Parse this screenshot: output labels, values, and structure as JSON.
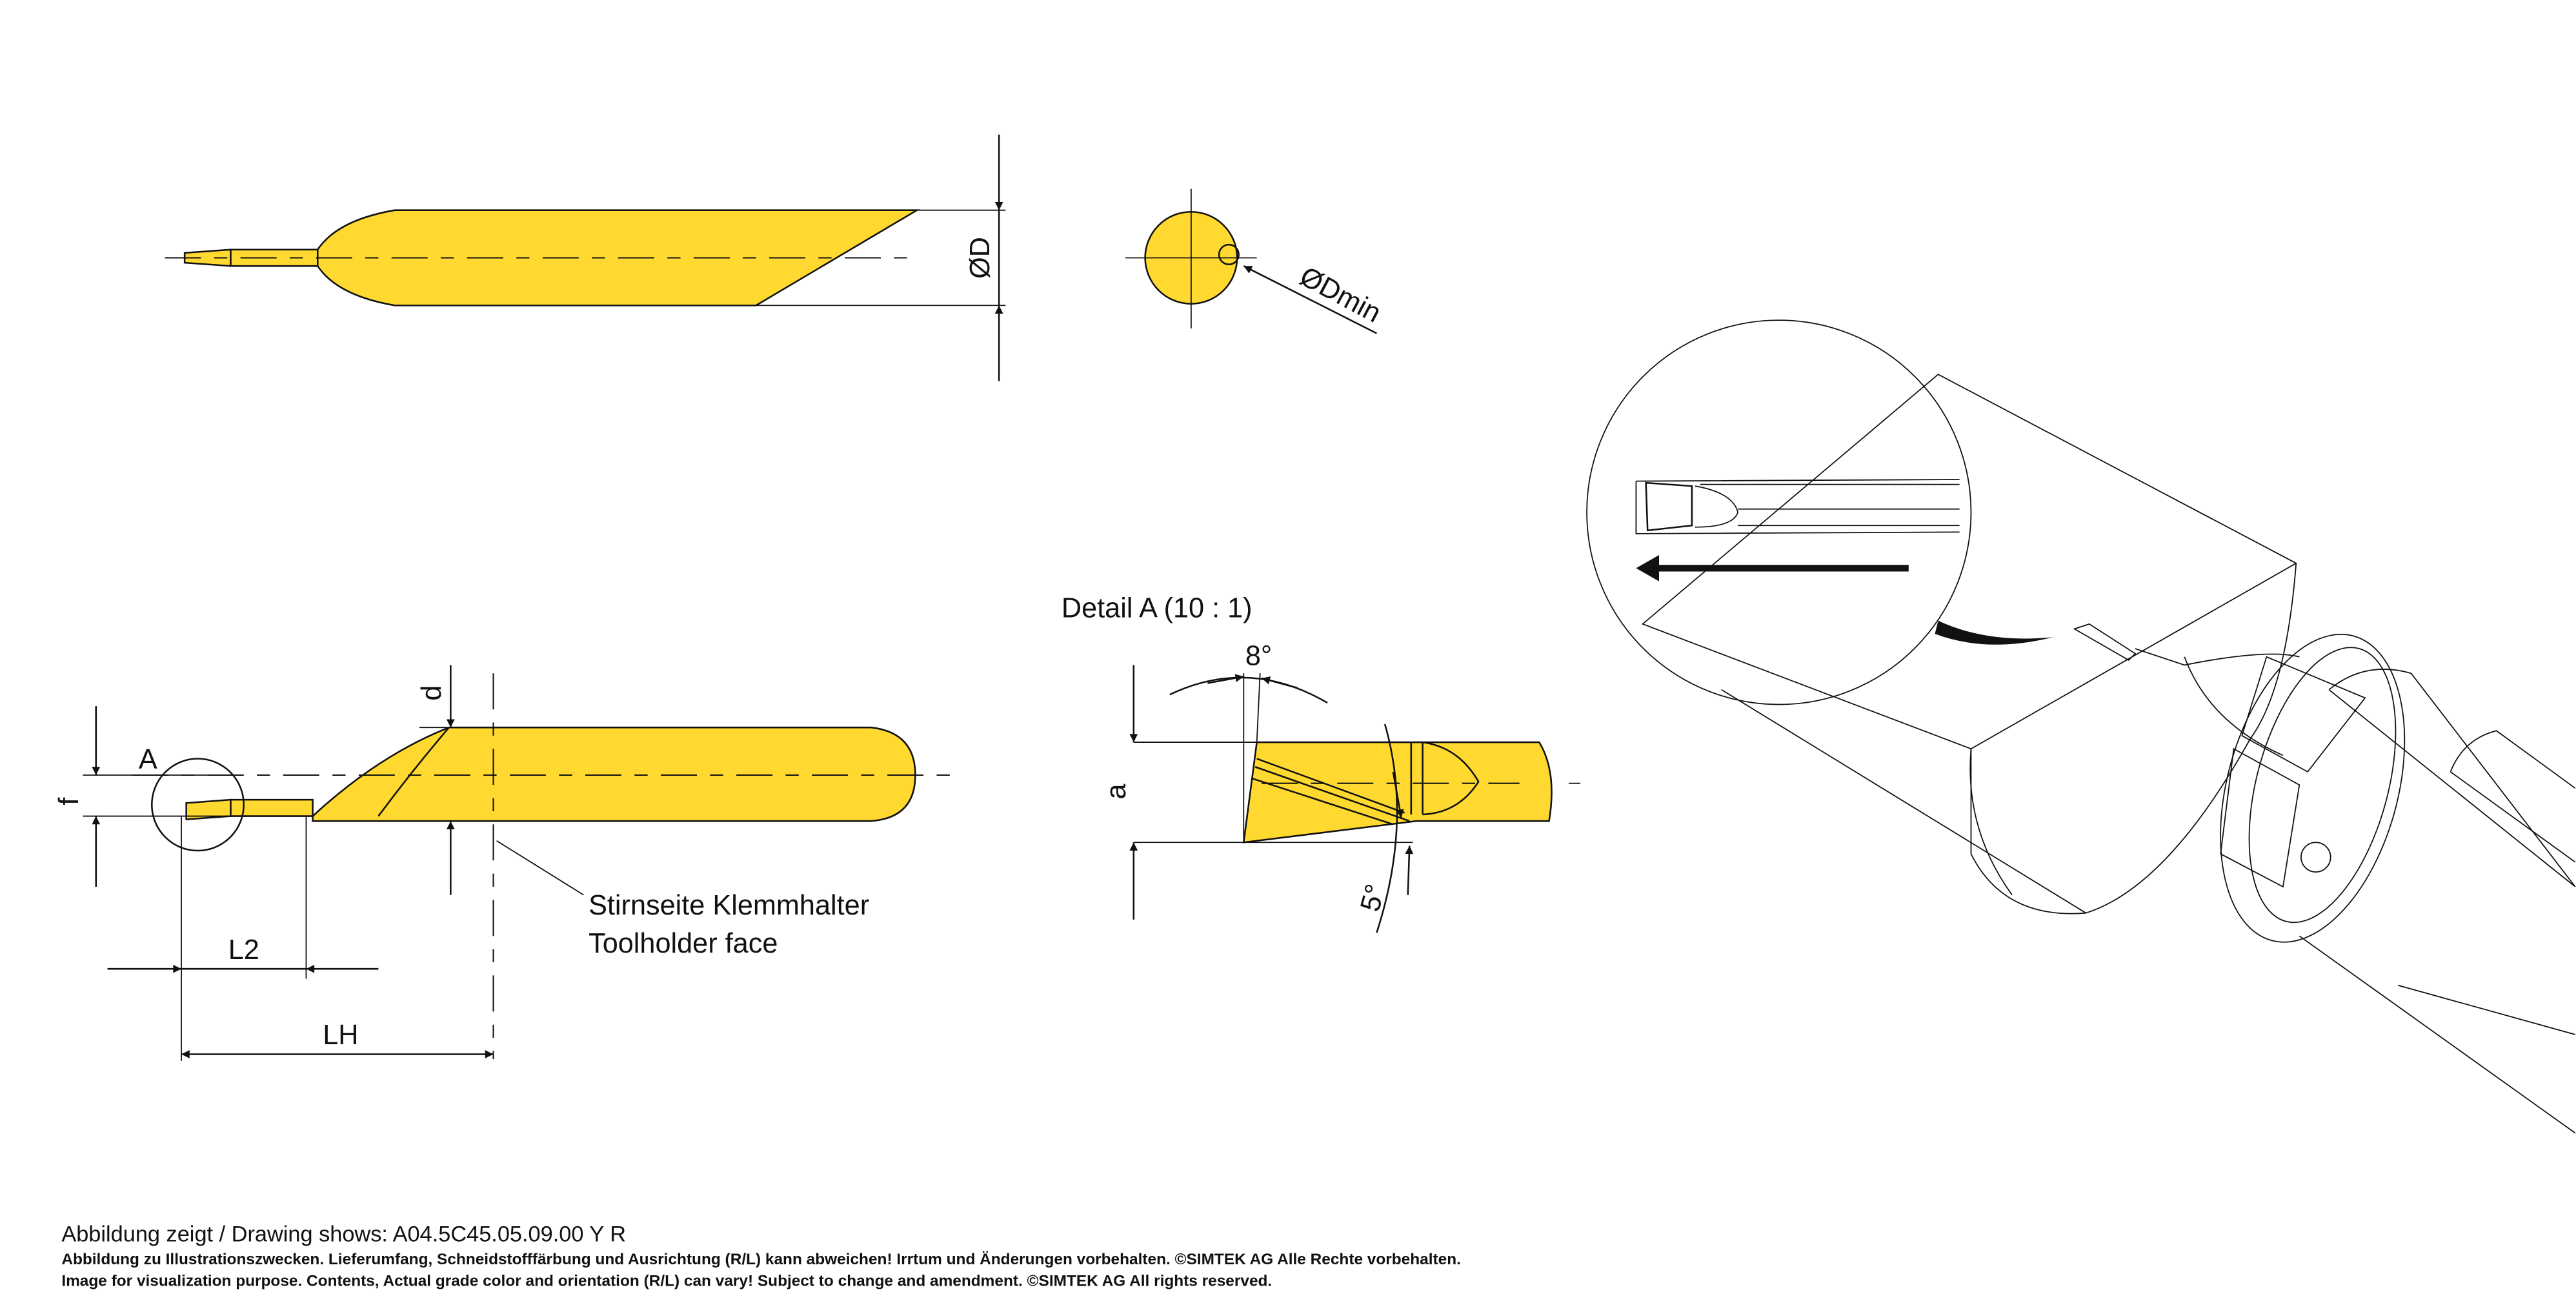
{
  "colors": {
    "tool": "#FFD92F",
    "line": "#111111",
    "background": "#FFFFFF"
  },
  "top_view": {
    "diameter_label": "ØD"
  },
  "end_view": {
    "min_diameter_label": "ØDmin"
  },
  "side_view": {
    "detail_marker": "A",
    "f_label": "f",
    "d_label": "d",
    "l2_label": "L2",
    "lh_label": "LH",
    "face_note_de": "Stirnseite Klemmhalter",
    "face_note_en": "Toolholder face"
  },
  "detail": {
    "title": "Detail A  (10 : 1)",
    "angle_top": "8°",
    "angle_bottom": "5°",
    "a_label": "a"
  },
  "footer": {
    "drawing_shows": "Abbildung zeigt / Drawing shows: A04.5C45.05.09.00 Y R",
    "disclaimer_de": "Abbildung zu Illustrationszwecken. Lieferumfang, Schneidstofffärbung und Ausrichtung (R/L) kann abweichen! Irrtum und Änderungen vorbehalten. ©SIMTEK AG Alle Rechte vorbehalten.",
    "disclaimer_en": "Image for visualization purpose. Contents, Actual grade color and orientation (R/L) can vary! Subject to change and amendment. ©SIMTEK AG All rights reserved."
  }
}
